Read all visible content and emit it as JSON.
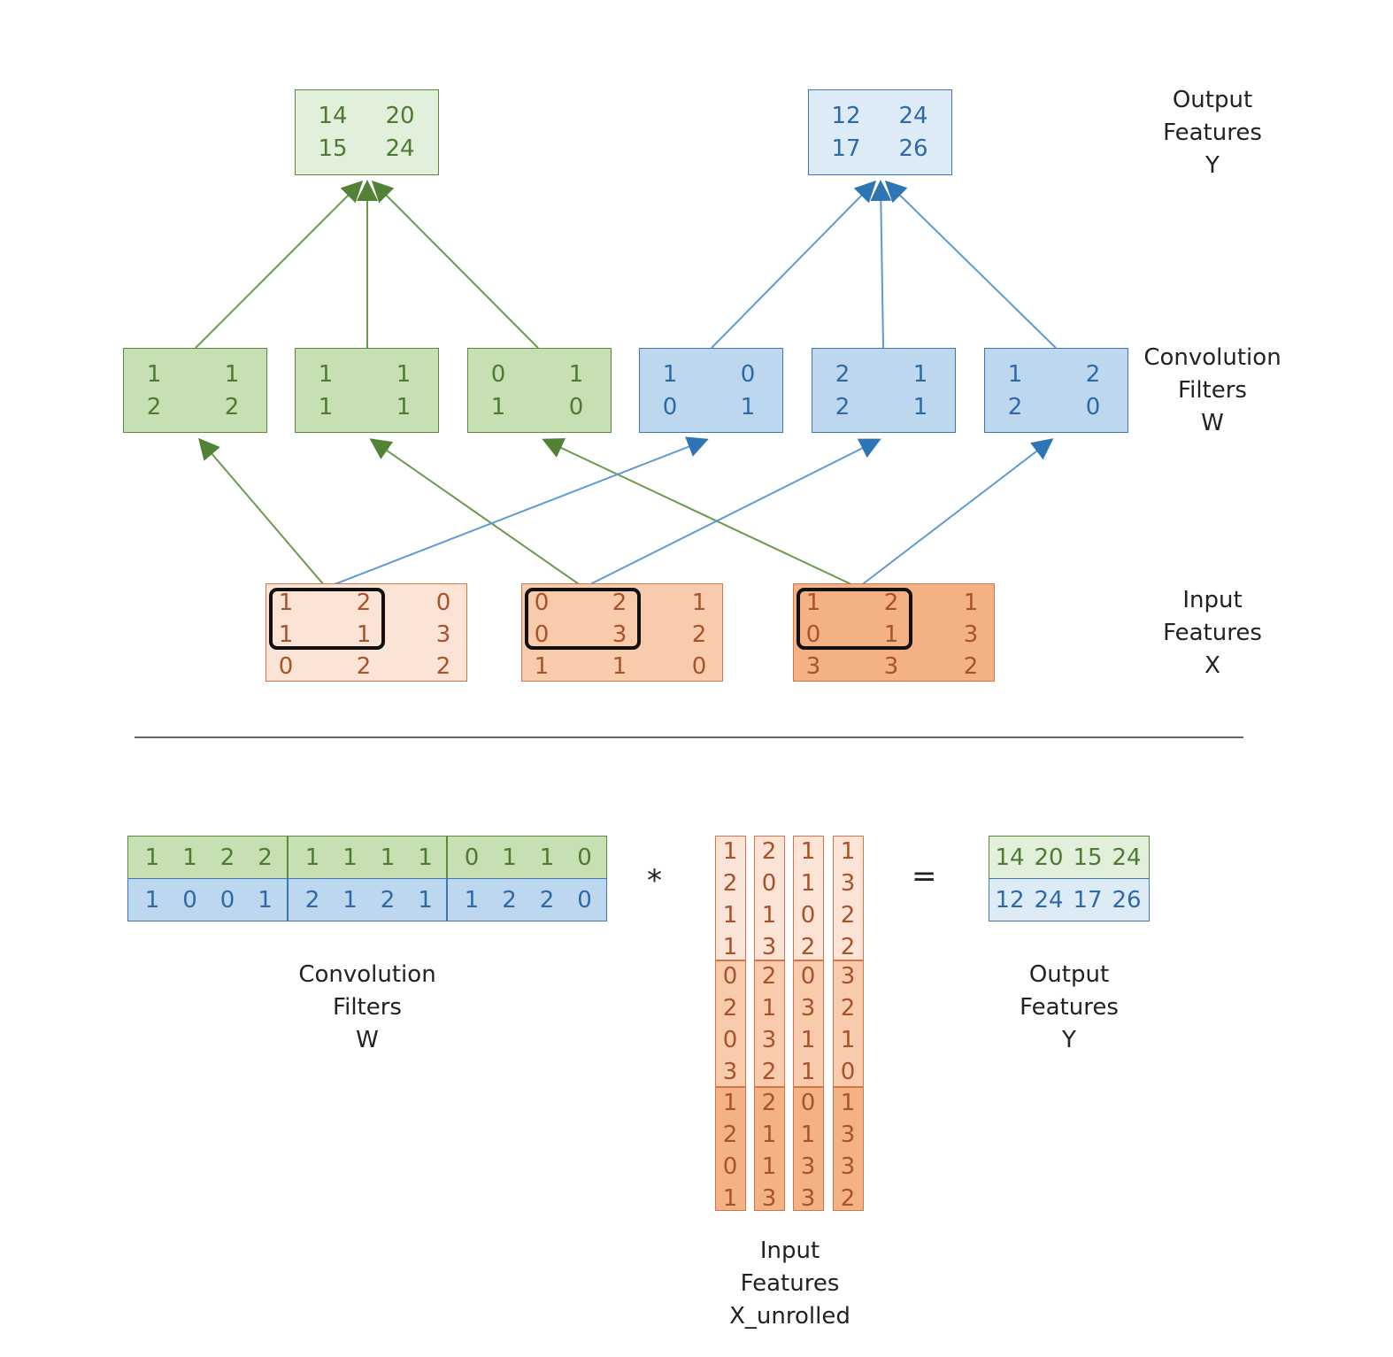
{
  "top": {
    "output_features": {
      "label_lines": [
        "Output",
        "Features",
        "Y"
      ],
      "green": [
        [
          "14",
          "20"
        ],
        [
          "15",
          "24"
        ]
      ],
      "blue": [
        [
          "12",
          "24"
        ],
        [
          "17",
          "26"
        ]
      ]
    },
    "convolution_filters": {
      "label_lines": [
        "Convolution",
        "Filters",
        "W"
      ],
      "green": [
        [
          [
            "1",
            "1"
          ],
          [
            "2",
            "2"
          ]
        ],
        [
          [
            "1",
            "1"
          ],
          [
            "1",
            "1"
          ]
        ],
        [
          [
            "0",
            "1"
          ],
          [
            "1",
            "0"
          ]
        ]
      ],
      "blue": [
        [
          [
            "1",
            "0"
          ],
          [
            "0",
            "1"
          ]
        ],
        [
          [
            "2",
            "1"
          ],
          [
            "2",
            "1"
          ]
        ],
        [
          [
            "1",
            "2"
          ],
          [
            "2",
            "0"
          ]
        ]
      ]
    },
    "input_features": {
      "label_lines": [
        "Input",
        "Features",
        "X"
      ],
      "channels": [
        [
          [
            "1",
            "2",
            "0"
          ],
          [
            "1",
            "1",
            "3"
          ],
          [
            "0",
            "2",
            "2"
          ]
        ],
        [
          [
            "0",
            "2",
            "1"
          ],
          [
            "0",
            "3",
            "2"
          ],
          [
            "1",
            "1",
            "0"
          ]
        ],
        [
          [
            "1",
            "2",
            "1"
          ],
          [
            "0",
            "1",
            "3"
          ],
          [
            "3",
            "3",
            "2"
          ]
        ]
      ]
    }
  },
  "bottom": {
    "filters_matrix": {
      "label_lines": [
        "Convolution",
        "Filters",
        "W"
      ],
      "green_row": [
        [
          "1",
          "1",
          "2",
          "2"
        ],
        [
          "1",
          "1",
          "1",
          "1"
        ],
        [
          "0",
          "1",
          "1",
          "0"
        ]
      ],
      "blue_row": [
        [
          "1",
          "0",
          "0",
          "1"
        ],
        [
          "2",
          "1",
          "2",
          "1"
        ],
        [
          "1",
          "2",
          "2",
          "0"
        ]
      ]
    },
    "operator_multiply": "*",
    "operator_equals": "=",
    "unrolled": {
      "label_lines": [
        "Input",
        "Features",
        "X_unrolled"
      ],
      "columns": [
        [
          "1",
          "2",
          "1",
          "1",
          "0",
          "2",
          "0",
          "3",
          "1",
          "2",
          "0",
          "1"
        ],
        [
          "2",
          "0",
          "1",
          "3",
          "2",
          "1",
          "3",
          "2",
          "2",
          "1",
          "1",
          "3"
        ],
        [
          "1",
          "1",
          "0",
          "2",
          "0",
          "3",
          "1",
          "1",
          "0",
          "1",
          "3",
          "3"
        ],
        [
          "1",
          "3",
          "2",
          "2",
          "3",
          "2",
          "1",
          "0",
          "1",
          "3",
          "3",
          "2"
        ]
      ]
    },
    "output_matrix": {
      "label_lines": [
        "Output",
        "Features",
        "Y"
      ],
      "green_row": [
        "14",
        "20",
        "15",
        "24"
      ],
      "blue_row": [
        "12",
        "24",
        "17",
        "26"
      ]
    }
  },
  "colors": {
    "green_line": "#6a9a4a",
    "blue_line": "#5b9bd5",
    "green_arrow": "#538135",
    "blue_arrow": "#2e75b6"
  }
}
